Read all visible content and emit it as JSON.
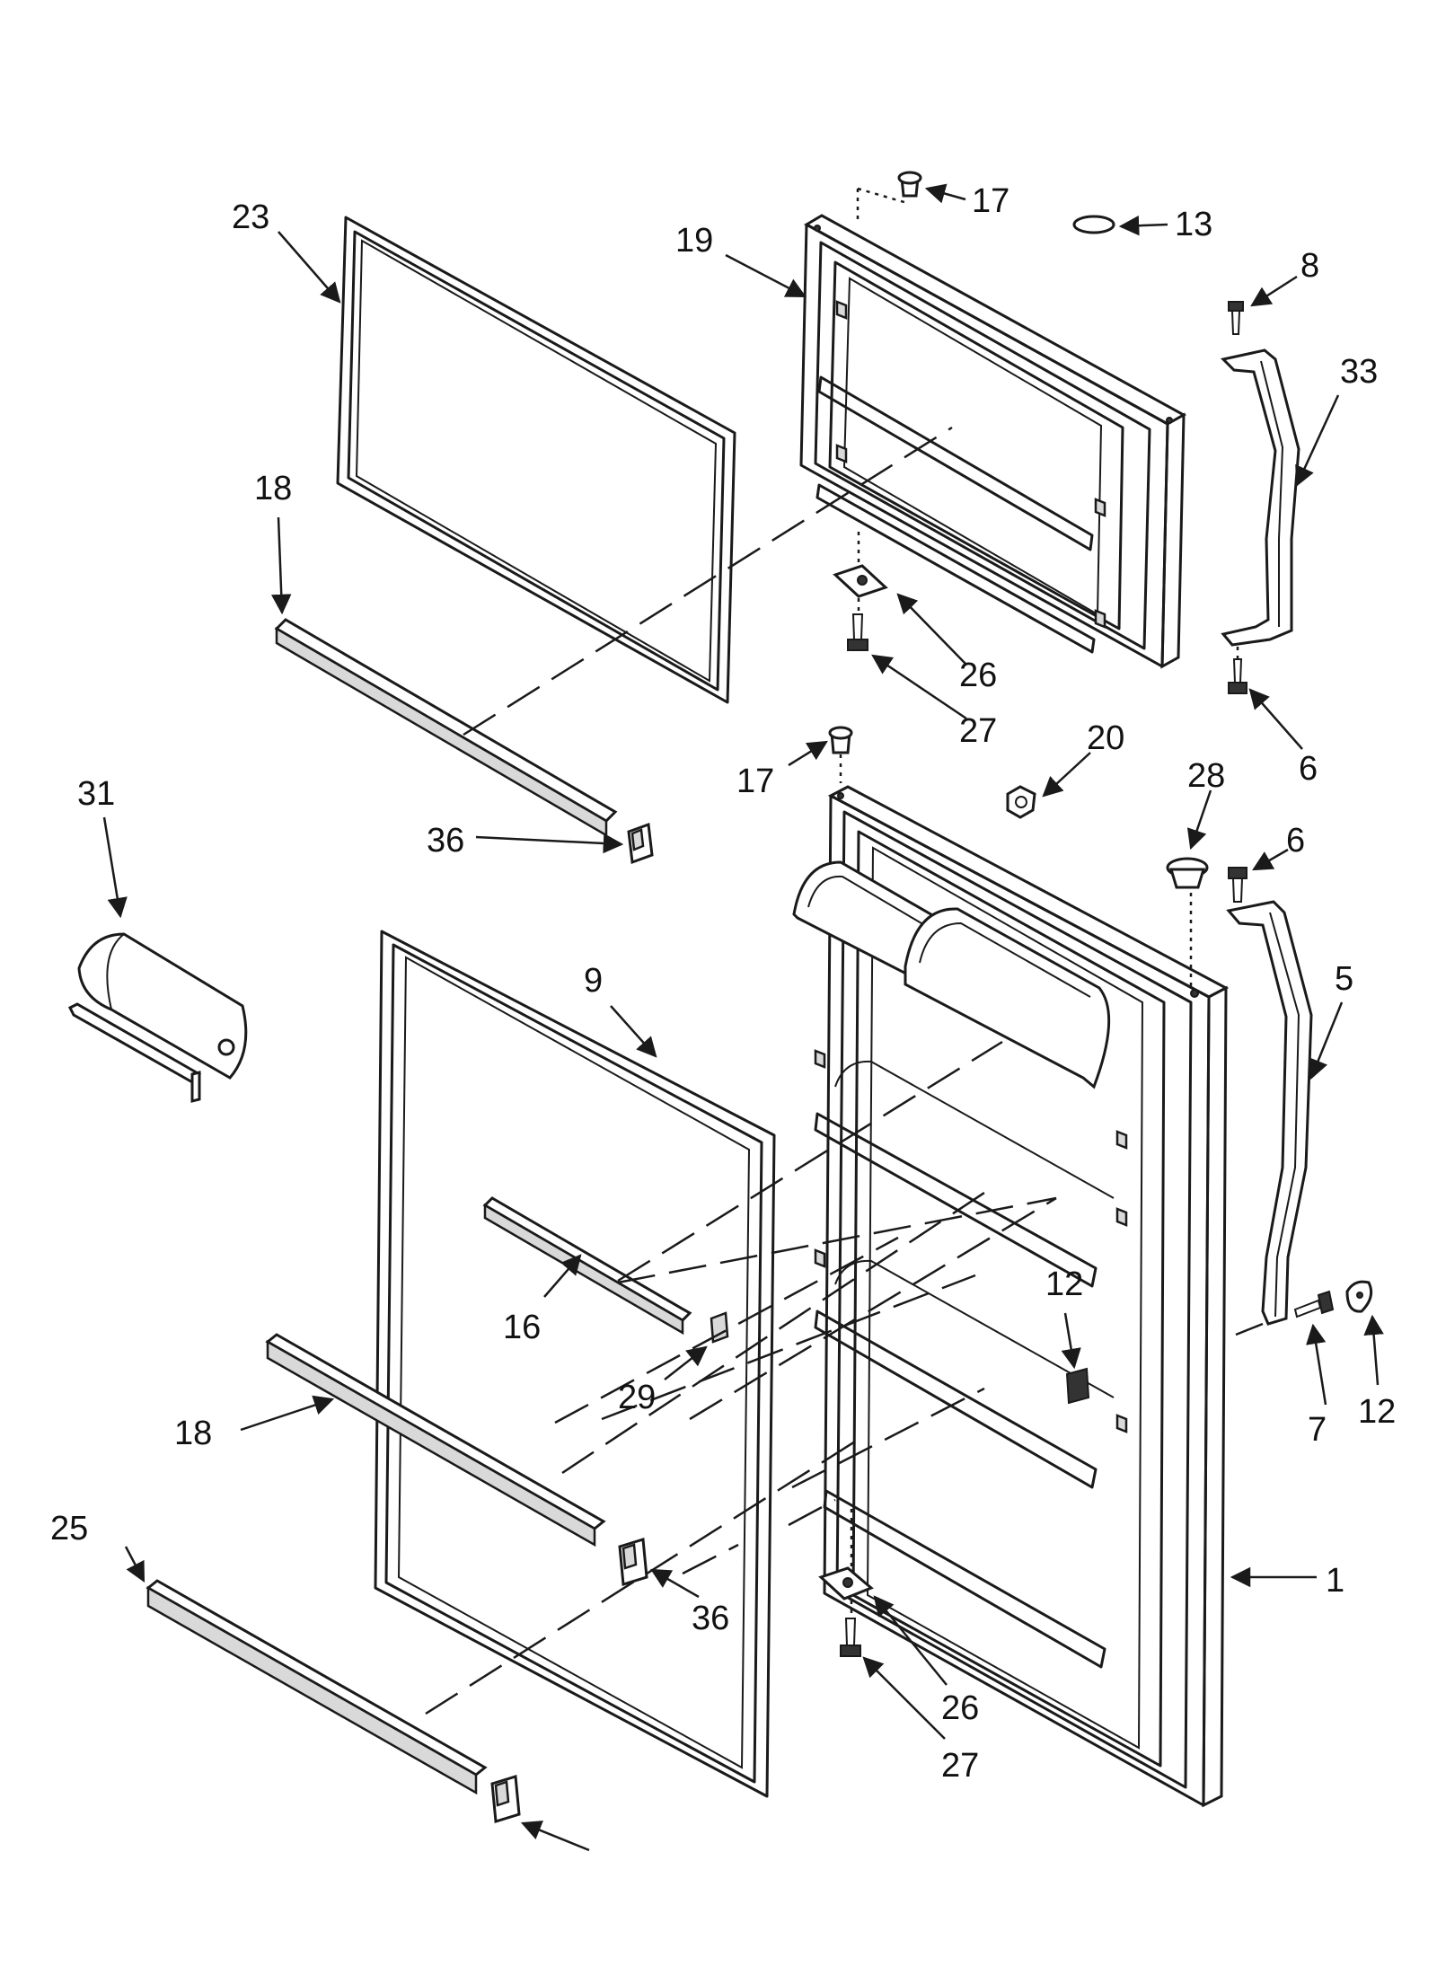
{
  "callouts": {
    "c23": "23",
    "c17a": "17",
    "c13": "13",
    "c19": "19",
    "c8": "8",
    "c33": "33",
    "c18a": "18",
    "c26a": "26",
    "c27a": "27",
    "c17b": "17",
    "c20": "20",
    "c6a": "6",
    "c31": "31",
    "c28": "28",
    "c36a": "36",
    "c6b": "6",
    "c5": "5",
    "c9": "9",
    "c16": "16",
    "c12a": "12",
    "c29": "29",
    "c18b": "18",
    "c7": "7",
    "c12b": "12",
    "c25": "25",
    "c36b": "36",
    "c1": "1",
    "c26b": "26",
    "c27b": "27"
  }
}
